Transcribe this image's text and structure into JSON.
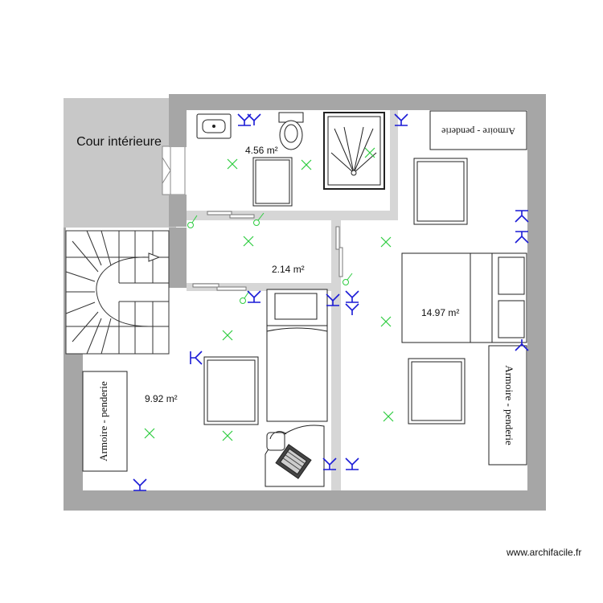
{
  "plan": {
    "courtyard_label": "Cour intérieure",
    "rooms": [
      {
        "id": "bathroom",
        "area": "4.56 m²"
      },
      {
        "id": "hallway",
        "area": "2.14 m²"
      },
      {
        "id": "bedroom-left",
        "area": "9.92 m²"
      },
      {
        "id": "bedroom-right",
        "area": "14.97 m²"
      }
    ],
    "wardrobe_label": "Armoire - penderie",
    "colors": {
      "wall": "#a6a6a6",
      "courtyard": "#c8c8c8",
      "inner_wall": "#d6d6d6",
      "electric_symbol": "#1a1ad6",
      "light_point": "#2ecc40"
    }
  },
  "watermark": "www.archifacile.fr"
}
